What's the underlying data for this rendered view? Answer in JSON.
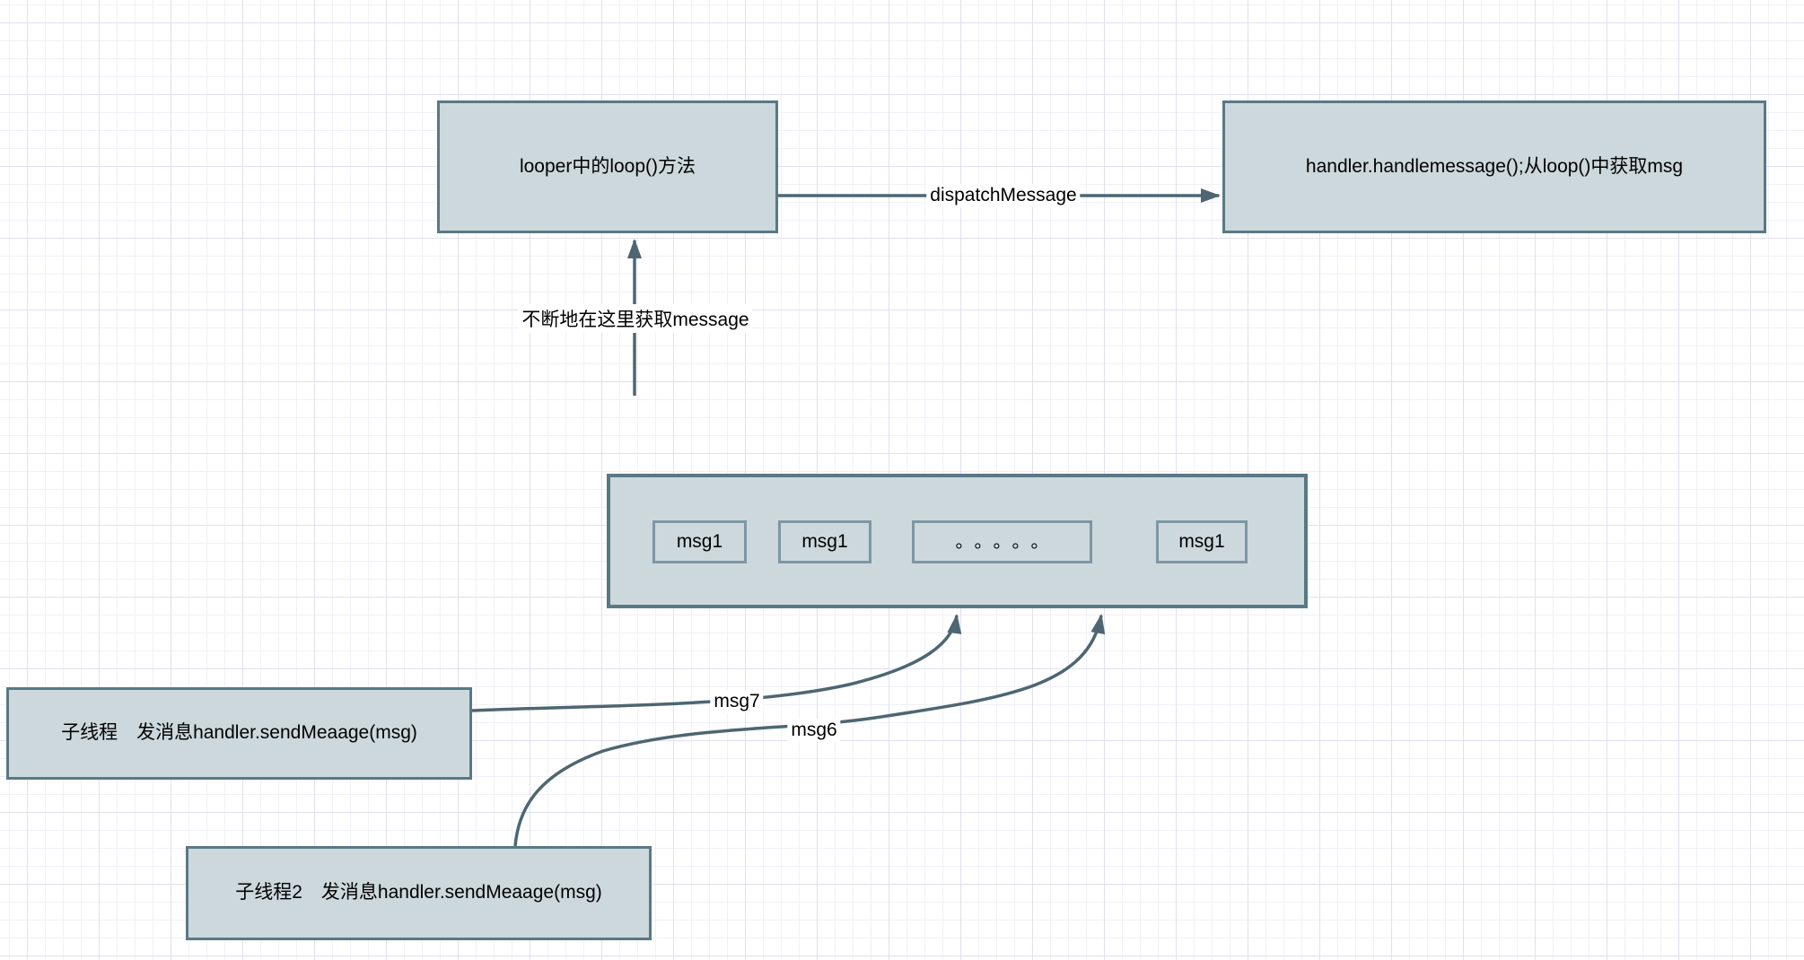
{
  "diagram": {
    "nodes": {
      "looper": {
        "label": "looper中的loop()方法"
      },
      "handler": {
        "label": "handler.handlemessage();从loop()中获取msg"
      },
      "thread1": {
        "label": "子线程　发消息handler.sendMeaage(msg)"
      },
      "thread2": {
        "label": "子线程2　发消息handler.sendMeaage(msg)"
      },
      "queue": {
        "items": [
          "msg1",
          "msg1",
          "。。。。。",
          "msg1"
        ]
      }
    },
    "edges": {
      "dispatch": {
        "label": "dispatchMessage"
      },
      "poll": {
        "label": "不断地在这里获取message"
      },
      "msg7": {
        "label": "msg7"
      },
      "msg6": {
        "label": "msg6"
      }
    },
    "colors": {
      "node_fill": "#ccd8dc",
      "node_stroke": "#5a7886",
      "queue_item_stroke": "#7d97a3",
      "edge_stroke": "#4e6672",
      "grid_minor": "#f0f0f8",
      "grid_major": "#e0e0f0",
      "canvas_bg": "#ffffff",
      "text": "#000000"
    }
  }
}
